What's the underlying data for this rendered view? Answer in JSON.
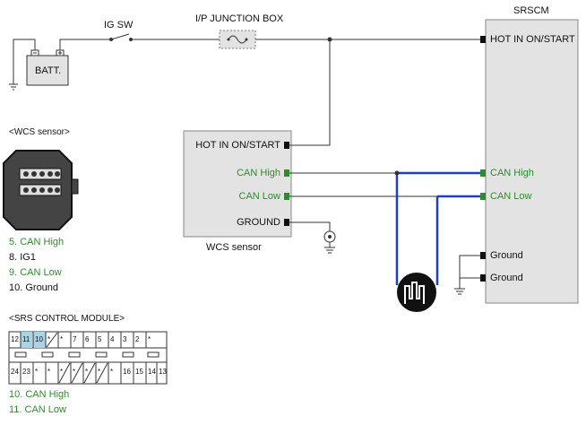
{
  "labels": {
    "ig_sw": "IG SW",
    "ip_junction_box": "I/P JUNCTION BOX",
    "srscm": "SRSCM",
    "batt": "BATT.",
    "wcs_sensor_title": "<WCS sensor>",
    "wcs_sensor_box": "WCS sensor",
    "srs_module_title": "<SRS CONTROL MODULE>"
  },
  "wcs_box_pins": [
    "HOT IN ON/START",
    "CAN High",
    "CAN Low",
    "GROUND"
  ],
  "srscm_box_pins": [
    "HOT IN ON/START",
    "CAN High",
    "CAN Low",
    "Ground",
    "Ground"
  ],
  "wcs_pin_legend": [
    "5. CAN High",
    "8. IG1",
    "9. CAN Low",
    "10. Ground"
  ],
  "srs_pin_legend": [
    "10. CAN High",
    "11. CAN Low"
  ],
  "srs_connector": {
    "top_row": [
      "12",
      "11",
      "10",
      "*",
      "*",
      "7",
      "6",
      "5",
      "4",
      "3",
      "2",
      "*"
    ],
    "bottom_row": [
      "24",
      "23",
      "*",
      "*",
      "*",
      "*",
      "*",
      "*",
      "*",
      "16",
      "15",
      "14",
      "13"
    ]
  },
  "colors": {
    "can_bus_wire": "#1f3fbf",
    "can_label_green": "#2e8b2e",
    "highlight_cell": "#a9d4e6",
    "box_fill": "#e3e3e3"
  }
}
